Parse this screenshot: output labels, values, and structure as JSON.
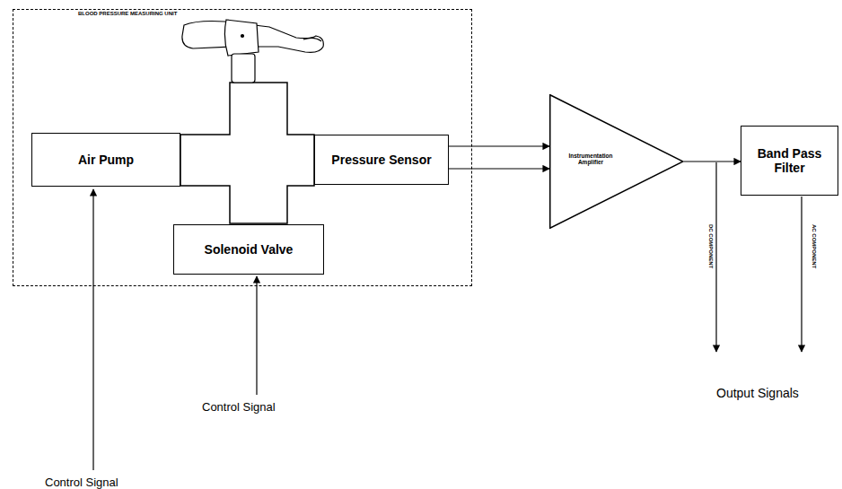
{
  "diagram": {
    "nodes": [
      {
        "text": [
          "BLOOD PRESSURE MEASURING UNIT"
        ]
      },
      {
        "text": [
          "Air Pump"
        ],
        "in": 0
      },
      {
        "text": [
          "Pressure Sensor"
        ],
        "in": 0
      },
      {
        "text": [
          "Solenoid Valve"
        ],
        "in": 0
      },
      {
        "text": [
          "Instrumentation Amplifier"
        ]
      },
      {
        "text": [
          "Band Pass Filter"
        ]
      }
    ],
    "edges": [
      {
        "from": 2,
        "to": 4,
        "arrow": "to"
      },
      {
        "from": 2,
        "to": 4,
        "arrow": "to"
      },
      {
        "from": 4,
        "to": 5,
        "arrow": "to"
      }
    ],
    "labels": [
      "Control Signal",
      "Control Signal",
      "DC COMPONENT",
      "AC COMPONENT",
      "Output Signals"
    ]
  }
}
